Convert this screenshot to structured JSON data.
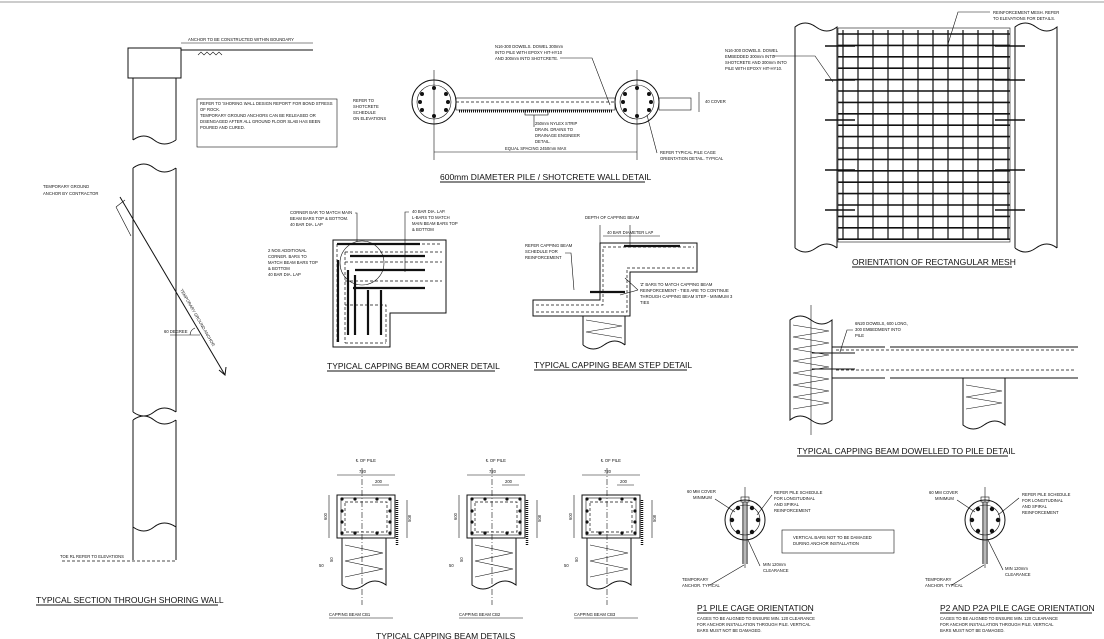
{
  "shoring_section": {
    "title": "TYPICAL SECTION THROUGH SHORING WALL",
    "anchor_boundary": "ANCHOR TO BE CONSTRUCTED WITHIN BOUNDARY",
    "note": [
      "REFER TO 'SHORING WALL DESIGN REPORT' FOR BOND STRESS",
      "OF ROCK.",
      "TEMPORARY GROUND ANCHORS CAN BE RELEASED OR",
      "DISENGAGED AFTER ALL GROUND FLOOR SLAB HAS BEEN",
      "POURED AND CURED."
    ],
    "anchor_label": [
      "TEMPORARY GROUND",
      "ANCHOR BY CONTRACTOR"
    ],
    "anchor_along": "TEMPORARY GROUND ANCHOR",
    "angle": "60 DEGREE",
    "toe": "TOE RL REFER TO ELEVATIONS"
  },
  "shotcrete_detail": {
    "title": "600mm DIAMETER PILE / SHOTCRETE WALL DETAIL",
    "refer_shotcrete": [
      "REFER TO",
      "SHOTCRETE",
      "SCHEDULE",
      "ON ELEVATIONS"
    ],
    "dowels": [
      "N16-300 DOWELS. DOWEL 300mm",
      "INTO PILE WITH EPOXY HIT-HY10",
      "AND 300mm INTO SHOTCRETE."
    ],
    "drain": [
      "250mm NYLEX STRIP",
      "DRAIN. DRAINS TO",
      "DRAINAGE ENGINEER",
      "DETAIL."
    ],
    "spacing": "EQUAL SPACING 2450mm MAX",
    "cover": "40 COVER",
    "pile_cage": [
      "REFER TYPICAL PILE CAGE",
      "ORIENTATION DETAIL. TYPICAL"
    ]
  },
  "mesh_detail": {
    "title": "ORIENTATION OF RECTANGULAR MESH",
    "mesh_note": [
      "REINFORCEMENT MESH. REFER",
      "TO ELEVATIONS FOR DETAILS."
    ],
    "dowel_note": [
      "N16-300 DOWELS. DOWEL",
      "EMBEDDED 300mm INTO",
      "SHOTCRETE AND 300mm INTO",
      "PILE WITH EPOXY HIT-HY10."
    ]
  },
  "corner_detail": {
    "title": "TYPICAL CAPPING BEAM CORNER DETAIL",
    "corner_bar": [
      "CORNER BAR TO MATCH MAIN",
      "BEAM BARS TOP & BOTTOM.",
      "40 BAR DIA. LAP"
    ],
    "lbars": [
      "40 BAR DIA. LAP.",
      "L-BARS TO MATCH",
      "MAIN BEAM BARS TOP",
      "& BOTTOM"
    ],
    "additional": [
      "2 NOS ADDITIONAL",
      "CORNER. BARS TO",
      "MATCH BEAM BARS TOP",
      "& BOTTOM",
      "40 BAR DIA. LAP"
    ]
  },
  "step_detail": {
    "title": "TYPICAL CAPPING BEAM STEP DETAIL",
    "depth": "DEPTH OF CAPPING BEAM",
    "lap": "40 BAR DIAMETER LAP",
    "refer": [
      "REFER CAPPING BEAM",
      "SCHEDULE FOR",
      "REINFORCEMENT"
    ],
    "zbars": [
      "'Z' BARS TO MATCH CAPPING BEAM",
      "REINFORCEMENT - TIES ARE TO CONTINUE",
      "THROUGH CAPPING BEAM STEP - MINIMUM 3",
      "TIES"
    ]
  },
  "dowelled_detail": {
    "title": "TYPICAL CAPPING BEAM DOWELLED TO PILE DETAIL",
    "note": [
      "6N20 DOWELS, 600 LONG,",
      "300 EMBEDMENT INTO",
      "PILE"
    ]
  },
  "capping_beams": {
    "title": "TYPICAL CAPPING BEAM DETAILS",
    "beams": [
      {
        "name": "CAPPING BEAM CB1",
        "cl": "℄ OF PILE",
        "width": "720",
        "inner": "200",
        "depth": "600",
        "inner_depth": "508",
        "cover_v": "50",
        "cover_h": "50"
      },
      {
        "name": "CAPPING BEAM CB2",
        "cl": "℄ OF PILE",
        "width": "720",
        "inner": "200",
        "depth": "600",
        "inner_depth": "508",
        "cover_v": "50",
        "cover_h": "50"
      },
      {
        "name": "CAPPING BEAM CB3",
        "cl": "℄ OF PILE",
        "width": "720",
        "inner": "200",
        "depth": "600",
        "inner_depth": "508",
        "cover_v": "50",
        "cover_h": "50"
      }
    ]
  },
  "p1": {
    "title": "P1 PILE CAGE ORIENTATION",
    "cover": [
      "60 MM COVER",
      "MINIMUM"
    ],
    "refer": [
      "REFER PILE SCHEDULE",
      "FOR LONGITUDINAL",
      "AND SPIRAL",
      "REINFORCEMENT"
    ],
    "clearance": [
      "MIN 120mm",
      "CLEARANCE"
    ],
    "anchor": [
      "TEMPORARY",
      "ANCHOR. TYPICAL"
    ],
    "box": [
      "VERTICAL BARS NOT TO BE DAMAGED",
      "DURING ANCHOR INSTALLATION"
    ],
    "note": [
      "CAGES TO BE ALIGNED TO ENSURE MIN. 120 CLEARANCE",
      "FOR ANCHOR INSTALLATION THROUGH PILE. VERTICAL",
      "BARS MUST NOT BE DAMAGED."
    ]
  },
  "p2": {
    "title": "P2 AND P2A PILE CAGE ORIENTATION",
    "cover": [
      "60 MM COVER",
      "MINIMUM"
    ],
    "refer": [
      "REFER PILE SCHEDULE",
      "FOR LONGITUDINAL",
      "AND SPIRAL",
      "REINFORCEMENT"
    ],
    "clearance": [
      "MIN 120mm",
      "CLEARANCE"
    ],
    "anchor": [
      "TEMPORARY",
      "ANCHOR. TYPICAL"
    ],
    "note": [
      "CAGES TO BE ALIGNED TO ENSURE MIN. 120 CLEARANCE",
      "FOR ANCHOR INSTALLATION THROUGH PILE. VERTICAL",
      "BARS MUST NOT BE DAMAGED."
    ]
  }
}
